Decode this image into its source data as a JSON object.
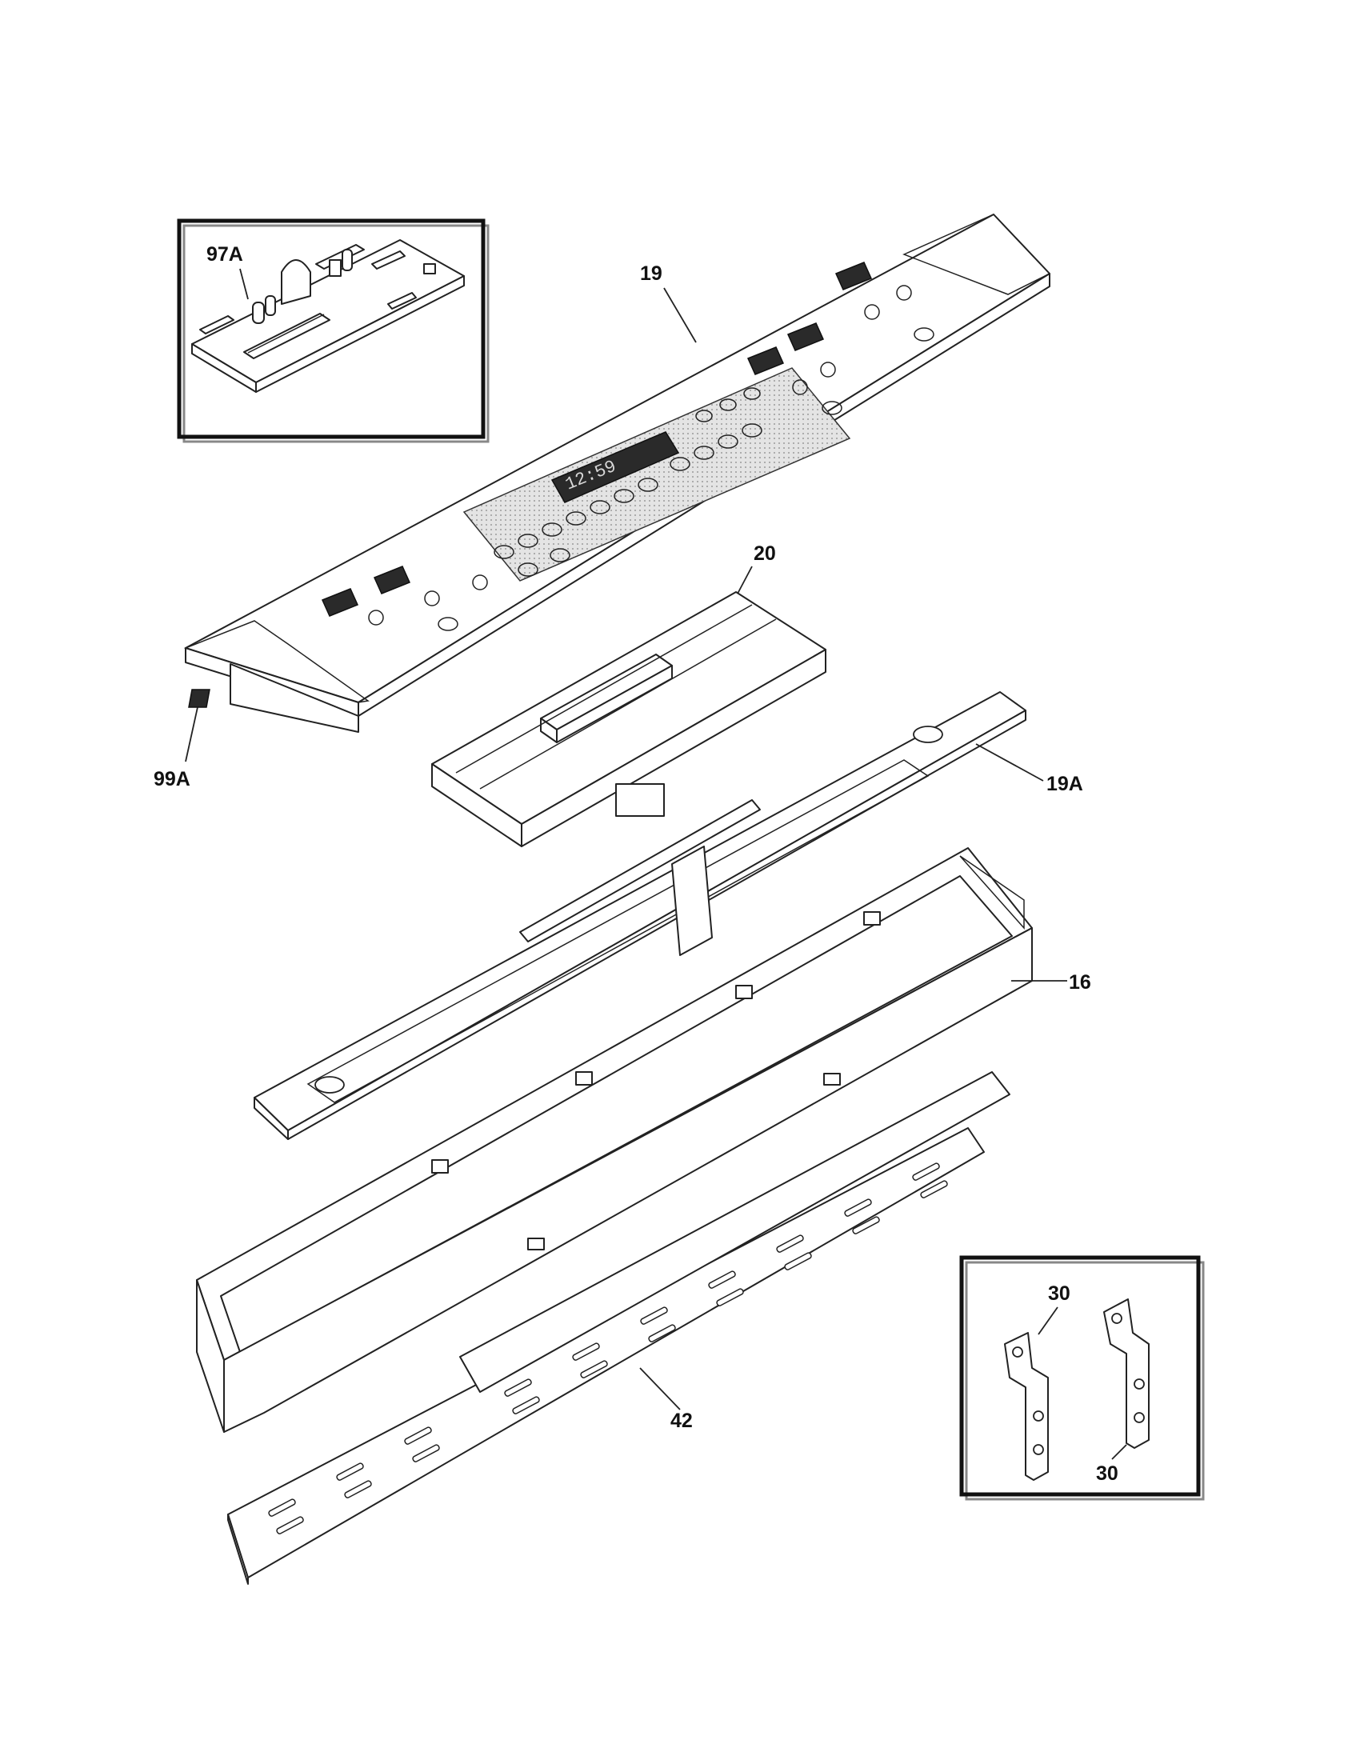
{
  "callouts": {
    "c97A": "97A",
    "c19": "19",
    "c20": "20",
    "c99A": "99A",
    "c19A": "19A",
    "c16": "16",
    "c42": "42",
    "c30_top": "30",
    "c30_bottom": "30"
  },
  "display": {
    "clock_readout": "12:59"
  }
}
